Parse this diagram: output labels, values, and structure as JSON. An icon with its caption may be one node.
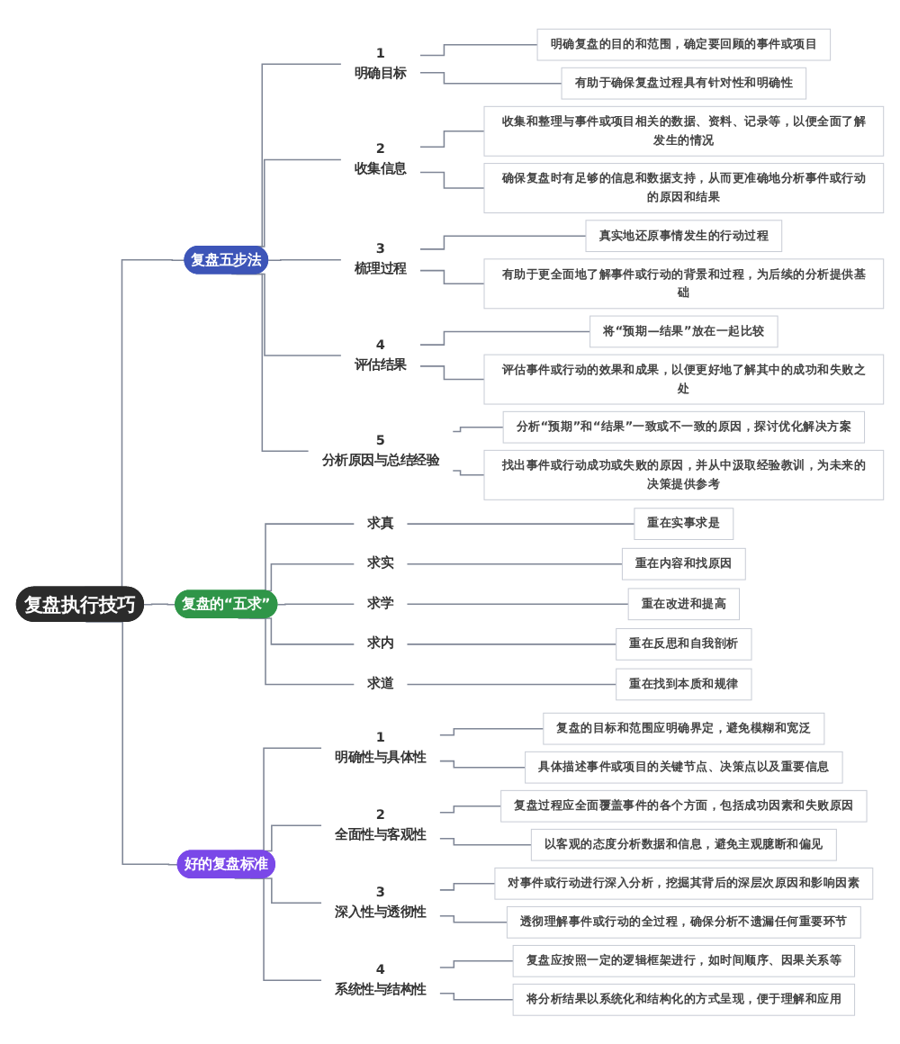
{
  "diagram": {
    "nodes": [
      {
        "text": [
          "复盘执行技巧"
        ]
      },
      {
        "text": [
          "复盘五步法"
        ]
      },
      {
        "text": [
          "1",
          "明确目标"
        ]
      },
      {
        "text": [
          "明确复盘的目的和范围，确定要回顾的事件或项目"
        ]
      },
      {
        "text": [
          "有助于确保复盘过程具有针对性和明确性"
        ]
      },
      {
        "text": [
          "2",
          "收集信息"
        ]
      },
      {
        "text": [
          "收集和整理与事件或项目相关的数据、资料、记录等，以便全面了解发生的情况"
        ]
      },
      {
        "text": [
          "确保复盘时有足够的信息和数据支持，从而更准确地分析事件或行动的原因和结果"
        ]
      },
      {
        "text": [
          "3",
          "梳理过程"
        ]
      },
      {
        "text": [
          "真实地还原事情发生的行动过程"
        ]
      },
      {
        "text": [
          "有助于更全面地了解事件或行动的背景和过程，为后续的分析提供基础"
        ]
      },
      {
        "text": [
          "4",
          "评估结果"
        ]
      },
      {
        "text": [
          "将“预期—结果”放在一起比较"
        ]
      },
      {
        "text": [
          "评估事件或行动的效果和成果，以便更好地了解其中的成功和失败之处"
        ]
      },
      {
        "text": [
          "5",
          "分析原因与总结经验"
        ]
      },
      {
        "text": [
          "分析“预期”和“结果”一致或不一致的原因，探讨优化解决方案"
        ]
      },
      {
        "text": [
          "找出事件或行动成功或失败的原因，并从中汲取经验教训，为未来的决策提供参考"
        ]
      },
      {
        "text": [
          "复盘的“五求”"
        ]
      },
      {
        "text": [
          "求真"
        ]
      },
      {
        "text": [
          "重在实事求是"
        ]
      },
      {
        "text": [
          "求实"
        ]
      },
      {
        "text": [
          "重在内容和找原因"
        ]
      },
      {
        "text": [
          "求学"
        ]
      },
      {
        "text": [
          "重在改进和提高"
        ]
      },
      {
        "text": [
          "求内"
        ]
      },
      {
        "text": [
          "重在反思和自我剖析"
        ]
      },
      {
        "text": [
          "求道"
        ]
      },
      {
        "text": [
          "重在找到本质和规律"
        ]
      },
      {
        "text": [
          "好的复盘标准"
        ]
      },
      {
        "text": [
          "1",
          "明确性与具体性"
        ]
      },
      {
        "text": [
          "复盘的目标和范围应明确界定，避免模糊和宽泛"
        ]
      },
      {
        "text": [
          "具体描述事件或项目的关键节点、决策点以及重要信息"
        ]
      },
      {
        "text": [
          "2",
          "全面性与客观性"
        ]
      },
      {
        "text": [
          "复盘过程应全面覆盖事件的各个方面，包括成功因素和失败原因"
        ]
      },
      {
        "text": [
          "以客观的态度分析数据和信息，避免主观臆断和偏见"
        ]
      },
      {
        "text": [
          "3",
          "深入性与透彻性"
        ]
      },
      {
        "text": [
          "对事件或行动进行深入分析，挖掘其背后的深层次原因和影响因素"
        ]
      },
      {
        "text": [
          "透彻理解事件或行动的全过程，确保分析不遗漏任何重要环节"
        ]
      },
      {
        "text": [
          "4",
          "系统性与结构性"
        ]
      },
      {
        "text": [
          "复盘应按照一定的逻辑框架进行，如时间顺序、因果关系等"
        ]
      },
      {
        "text": [
          "将分析结果以系统化和结构化的方式呈现，便于理解和应用"
        ]
      }
    ],
    "edges": [
      {
        "from": 0,
        "to": 1,
        "arrow": "none"
      },
      {
        "from": 0,
        "to": 17,
        "arrow": "none"
      },
      {
        "from": 0,
        "to": 28,
        "arrow": "none"
      },
      {
        "from": 1,
        "to": 2,
        "arrow": "none"
      },
      {
        "from": 2,
        "to": 3,
        "arrow": "none"
      },
      {
        "from": 2,
        "to": 4,
        "arrow": "none"
      },
      {
        "from": 1,
        "to": 5,
        "arrow": "none"
      },
      {
        "from": 5,
        "to": 6,
        "arrow": "none"
      },
      {
        "from": 5,
        "to": 7,
        "arrow": "none"
      },
      {
        "from": 1,
        "to": 8,
        "arrow": "none"
      },
      {
        "from": 8,
        "to": 9,
        "arrow": "none"
      },
      {
        "from": 8,
        "to": 10,
        "arrow": "none"
      },
      {
        "from": 1,
        "to": 11,
        "arrow": "none"
      },
      {
        "from": 11,
        "to": 12,
        "arrow": "none"
      },
      {
        "from": 11,
        "to": 13,
        "arrow": "none"
      },
      {
        "from": 1,
        "to": 14,
        "arrow": "none"
      },
      {
        "from": 14,
        "to": 15,
        "arrow": "none"
      },
      {
        "from": 14,
        "to": 16,
        "arrow": "none"
      },
      {
        "from": 17,
        "to": 18,
        "arrow": "none"
      },
      {
        "from": 18,
        "to": 19,
        "arrow": "none"
      },
      {
        "from": 17,
        "to": 20,
        "arrow": "none"
      },
      {
        "from": 20,
        "to": 21,
        "arrow": "none"
      },
      {
        "from": 17,
        "to": 22,
        "arrow": "none"
      },
      {
        "from": 22,
        "to": 23,
        "arrow": "none"
      },
      {
        "from": 17,
        "to": 24,
        "arrow": "none"
      },
      {
        "from": 24,
        "to": 25,
        "arrow": "none"
      },
      {
        "from": 17,
        "to": 26,
        "arrow": "none"
      },
      {
        "from": 26,
        "to": 27,
        "arrow": "none"
      },
      {
        "from": 28,
        "to": 29,
        "arrow": "none"
      },
      {
        "from": 29,
        "to": 30,
        "arrow": "none"
      },
      {
        "from": 29,
        "to": 31,
        "arrow": "none"
      },
      {
        "from": 28,
        "to": 32,
        "arrow": "none"
      },
      {
        "from": 32,
        "to": 33,
        "arrow": "none"
      },
      {
        "from": 32,
        "to": 34,
        "arrow": "none"
      },
      {
        "from": 28,
        "to": 35,
        "arrow": "none"
      },
      {
        "from": 35,
        "to": 36,
        "arrow": "none"
      },
      {
        "from": 35,
        "to": 37,
        "arrow": "none"
      },
      {
        "from": 28,
        "to": 38,
        "arrow": "none"
      },
      {
        "from": 38,
        "to": 39,
        "arrow": "none"
      },
      {
        "from": 38,
        "to": 40,
        "arrow": "none"
      }
    ]
  }
}
